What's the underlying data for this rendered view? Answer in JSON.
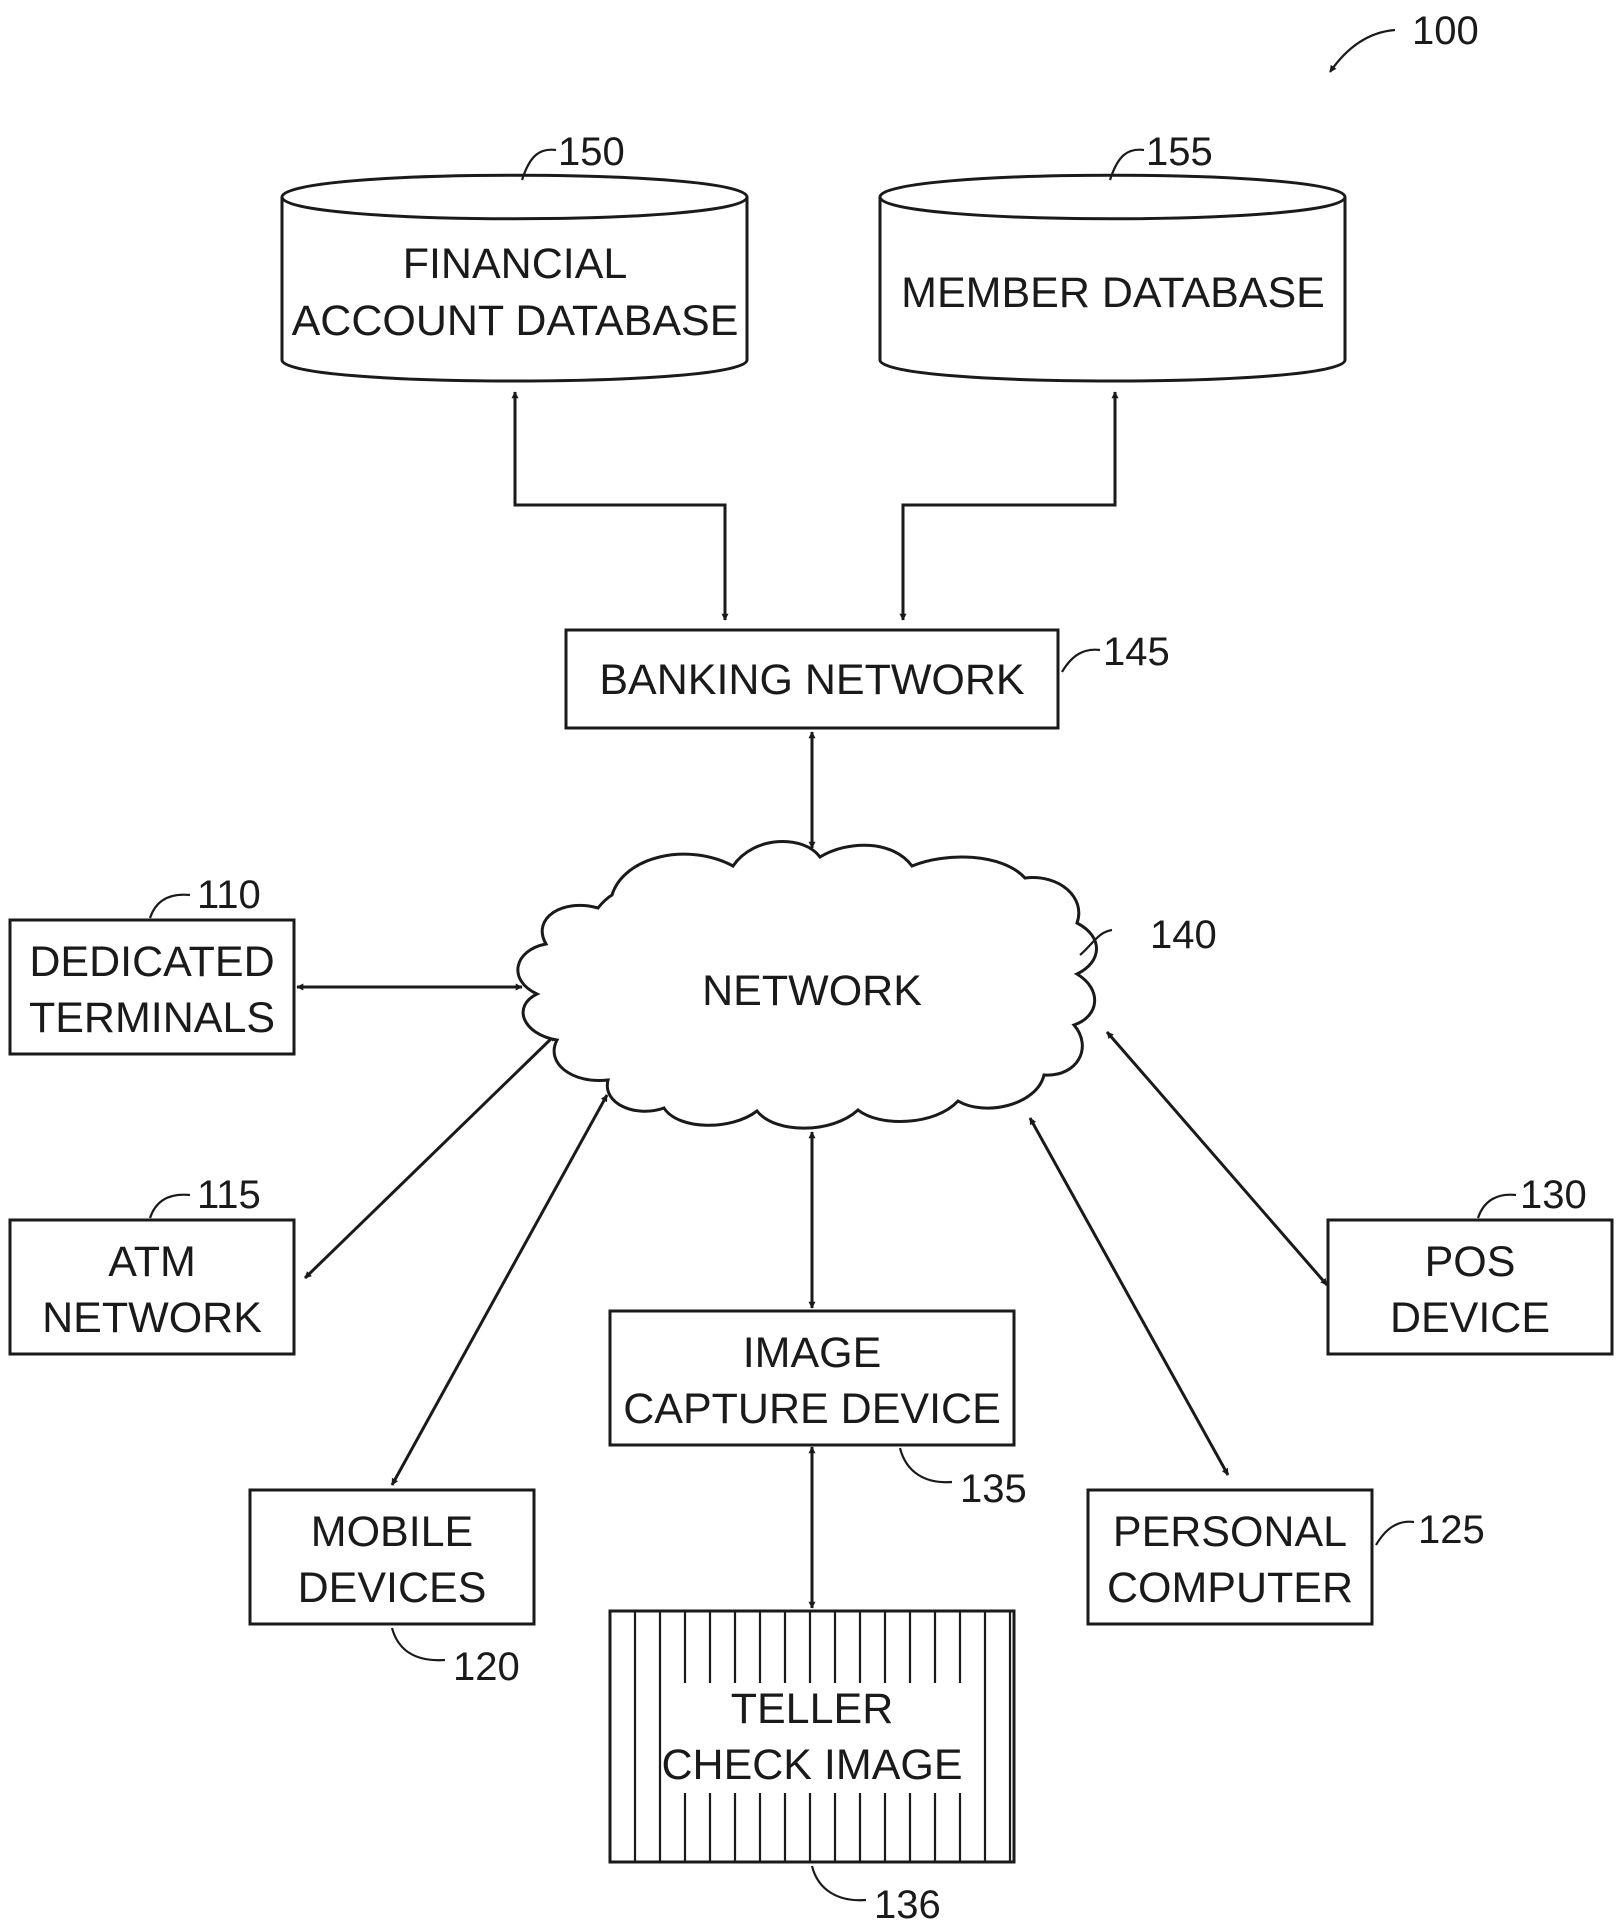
{
  "figure": {
    "ref": "100"
  },
  "nodes": {
    "financial_db": {
      "lines": [
        "FINANCIAL",
        "ACCOUNT DATABASE"
      ],
      "ref": "150"
    },
    "member_db": {
      "lines": [
        "MEMBER DATABASE"
      ],
      "ref": "155"
    },
    "banking_network": {
      "lines": [
        "BANKING NETWORK"
      ],
      "ref": "145"
    },
    "network": {
      "lines": [
        "NETWORK"
      ],
      "ref": "140"
    },
    "dedicated_terminals": {
      "lines": [
        "DEDICATED",
        "TERMINALS"
      ],
      "ref": "110"
    },
    "atm_network": {
      "lines": [
        "ATM",
        "NETWORK"
      ],
      "ref": "115"
    },
    "mobile_devices": {
      "lines": [
        "MOBILE",
        "DEVICES"
      ],
      "ref": "120"
    },
    "personal_computer": {
      "lines": [
        "PERSONAL",
        "COMPUTER"
      ],
      "ref": "125"
    },
    "pos_device": {
      "lines": [
        "POS",
        "DEVICE"
      ],
      "ref": "130"
    },
    "image_capture_device": {
      "lines": [
        "IMAGE",
        "CAPTURE DEVICE"
      ],
      "ref": "135"
    },
    "teller_check_image": {
      "lines": [
        "TELLER",
        "CHECK IMAGE"
      ],
      "ref": "136"
    }
  },
  "connections": [
    {
      "from": "banking_network",
      "to": "financial_db",
      "direction": "bidirectional"
    },
    {
      "from": "banking_network",
      "to": "member_db",
      "direction": "bidirectional"
    },
    {
      "from": "network",
      "to": "banking_network",
      "direction": "bidirectional"
    },
    {
      "from": "network",
      "to": "dedicated_terminals",
      "direction": "bidirectional"
    },
    {
      "from": "network",
      "to": "atm_network",
      "direction": "bidirectional"
    },
    {
      "from": "network",
      "to": "mobile_devices",
      "direction": "bidirectional"
    },
    {
      "from": "network",
      "to": "image_capture_device",
      "direction": "bidirectional"
    },
    {
      "from": "network",
      "to": "personal_computer",
      "direction": "bidirectional"
    },
    {
      "from": "network",
      "to": "pos_device",
      "direction": "bidirectional"
    },
    {
      "from": "image_capture_device",
      "to": "teller_check_image",
      "direction": "bidirectional"
    }
  ]
}
